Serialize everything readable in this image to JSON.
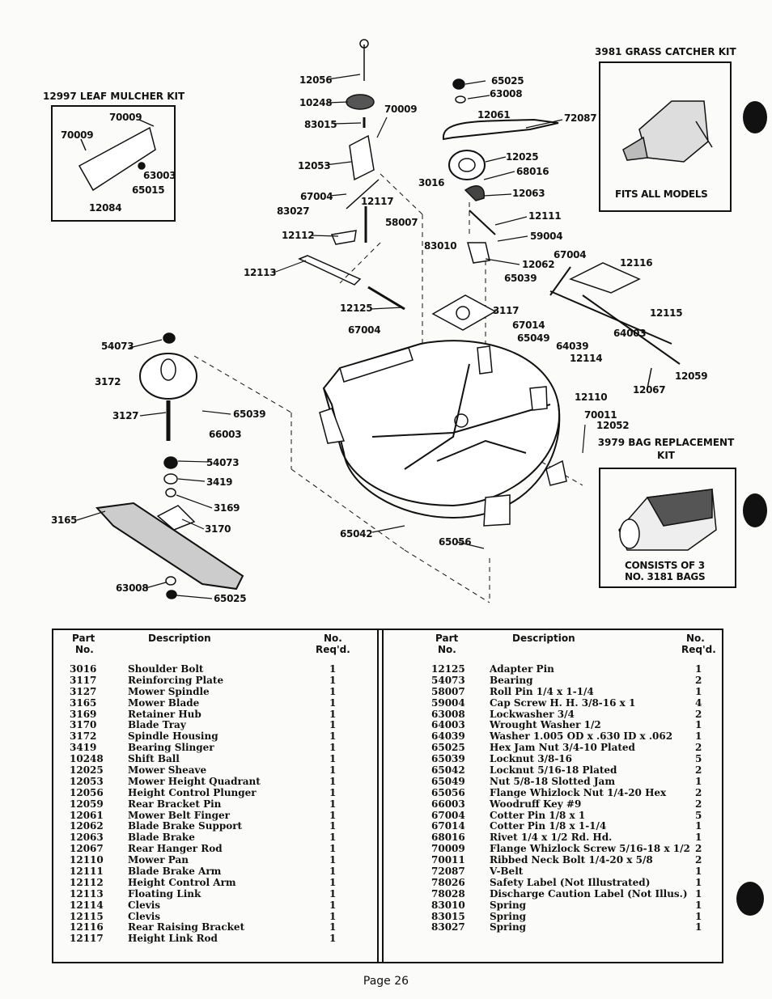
{
  "kits": {
    "leaf_mulcher": {
      "title": "12997 LEAF MULCHER KIT",
      "parts": [
        "70009",
        "70009",
        "63003",
        "65015",
        "12084"
      ]
    },
    "grass_catcher": {
      "title": "3981 GRASS CATCHER KIT",
      "note": "FITS ALL MODELS"
    },
    "bag_replacement": {
      "title_line1": "3979 BAG REPLACEMENT",
      "title_line2": "KIT",
      "note_line1": "CONSISTS OF 3",
      "note_line2": "NO. 3181 BAGS"
    }
  },
  "callouts": {
    "c12056": "12056",
    "c10248": "10248",
    "c83015": "83015",
    "c70009": "70009",
    "c12053": "12053",
    "c67004a": "67004",
    "c12117": "12117",
    "c83027": "83027",
    "c58007": "58007",
    "c12112": "12112",
    "c12113": "12113",
    "c12125": "12125",
    "c67004b": "67004",
    "c65025a": "65025",
    "c63008a": "63008",
    "c12061": "12061",
    "c72087": "72087",
    "c12025": "12025",
    "c68016": "68016",
    "c3016": "3016",
    "c12063": "12063",
    "c12111": "12111",
    "c59004": "59004",
    "c83010": "83010",
    "c12062": "12062",
    "c65039a": "65039",
    "c3117": "3117",
    "c67014": "67014",
    "c65049": "65049",
    "c64039": "64039",
    "c12114": "12114",
    "c67004c": "67004",
    "c12116": "12116",
    "c12115": "12115",
    "c64003": "64003",
    "c12059": "12059",
    "c12067": "12067",
    "c12110": "12110",
    "c70011": "70011",
    "c12052": "12052",
    "c54073a": "54073",
    "c3172": "3172",
    "c3127": "3127",
    "c65039b": "65039",
    "c66003": "66003",
    "c54073b": "54073",
    "c3419": "3419",
    "c3169": "3169",
    "c3165": "3165",
    "c3170": "3170",
    "c63008b": "63008",
    "c65025b": "65025",
    "c65042": "65042",
    "c65056": "65056"
  },
  "table": {
    "headers": {
      "part_l1": "Part",
      "part_l2": "No.",
      "desc": "Description",
      "req_l1": "No.",
      "req_l2": "Req'd."
    },
    "left": [
      [
        "3016",
        "Shoulder Bolt",
        "1"
      ],
      [
        "3117",
        "Reinforcing Plate",
        "1"
      ],
      [
        "3127",
        "Mower Spindle",
        "1"
      ],
      [
        "3165",
        "Mower Blade",
        "1"
      ],
      [
        "3169",
        "Retainer Hub",
        "1"
      ],
      [
        "3170",
        "Blade Tray",
        "1"
      ],
      [
        "3172",
        "Spindle Housing",
        "1"
      ],
      [
        "3419",
        "Bearing Slinger",
        "1"
      ],
      [
        "10248",
        "Shift Ball",
        "1"
      ],
      [
        "12025",
        "Mower Sheave",
        "1"
      ],
      [
        "12053",
        "Mower Height Quadrant",
        "1"
      ],
      [
        "12056",
        "Height Control Plunger",
        "1"
      ],
      [
        "12059",
        "Rear Bracket Pin",
        "1"
      ],
      [
        "12061",
        "Mower Belt Finger",
        "1"
      ],
      [
        "12062",
        "Blade Brake Support",
        "1"
      ],
      [
        "12063",
        "Blade Brake",
        "1"
      ],
      [
        "12067",
        "Rear Hanger Rod",
        "1"
      ],
      [
        "12110",
        "Mower Pan",
        "1"
      ],
      [
        "12111",
        "Blade Brake Arm",
        "1"
      ],
      [
        "12112",
        "Height Control Arm",
        "1"
      ],
      [
        "12113",
        "Floating Link",
        "1"
      ],
      [
        "12114",
        "Clevis",
        "1"
      ],
      [
        "12115",
        "Clevis",
        "1"
      ],
      [
        "12116",
        "Rear Raising Bracket",
        "1"
      ],
      [
        "12117",
        "Height Link Rod",
        "1"
      ]
    ],
    "right": [
      [
        "12125",
        "Adapter Pin",
        "1"
      ],
      [
        "54073",
        "Bearing",
        "2"
      ],
      [
        "58007",
        "Roll Pin 1/4 x 1-1/4",
        "1"
      ],
      [
        "59004",
        "Cap Screw H. H. 3/8-16 x 1",
        "4"
      ],
      [
        "63008",
        "Lockwasher 3/4",
        "2"
      ],
      [
        "64003",
        "Wrought Washer 1/2",
        "1"
      ],
      [
        "64039",
        "Washer 1.005 OD x .630 ID x .062",
        "1"
      ],
      [
        "65025",
        "Hex Jam Nut 3/4-10 Plated",
        "2"
      ],
      [
        "65039",
        "Locknut 3/8-16",
        "5"
      ],
      [
        "65042",
        "Locknut 5/16-18 Plated",
        "2"
      ],
      [
        "65049",
        "Nut 5/8-18 Slotted Jam",
        "1"
      ],
      [
        "65056",
        "Flange Whizlock Nut 1/4-20 Hex",
        "2"
      ],
      [
        "66003",
        "Woodruff Key #9",
        "2"
      ],
      [
        "67004",
        "Cotter Pin 1/8 x 1",
        "5"
      ],
      [
        "67014",
        "Cotter Pin 1/8 x 1-1/4",
        "1"
      ],
      [
        "68016",
        "Rivet 1/4 x 1/2 Rd. Hd.",
        "1"
      ],
      [
        "70009",
        "Flange Whizlock Screw 5/16-18 x 1/2",
        "2"
      ],
      [
        "70011",
        "Ribbed Neck Bolt 1/4-20 x 5/8",
        "2"
      ],
      [
        "72087",
        "V-Belt",
        "1"
      ],
      [
        "78026",
        "Safety Label (Not Illustrated)",
        "1"
      ],
      [
        "78028",
        "Discharge Caution Label (Not Illus.)",
        "1"
      ],
      [
        "83010",
        "Spring",
        "1"
      ],
      [
        "83015",
        "Spring",
        "1"
      ],
      [
        "83027",
        "Spring",
        "1"
      ]
    ]
  },
  "page": "Page 26"
}
